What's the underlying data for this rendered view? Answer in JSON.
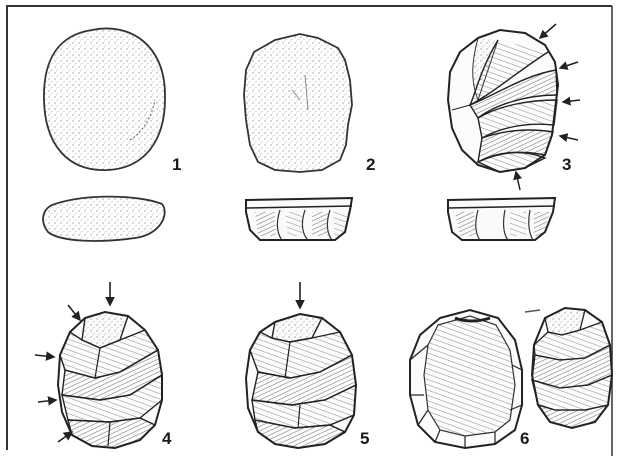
{
  "figures": [
    {
      "label": "1"
    },
    {
      "label": "2"
    },
    {
      "label": "3"
    },
    {
      "label": "4"
    },
    {
      "label": "5"
    },
    {
      "label": "6"
    }
  ],
  "colors": {
    "ink": "#2a2a2a",
    "stipple": "#6a6a6a",
    "paper": "#ffffff"
  }
}
